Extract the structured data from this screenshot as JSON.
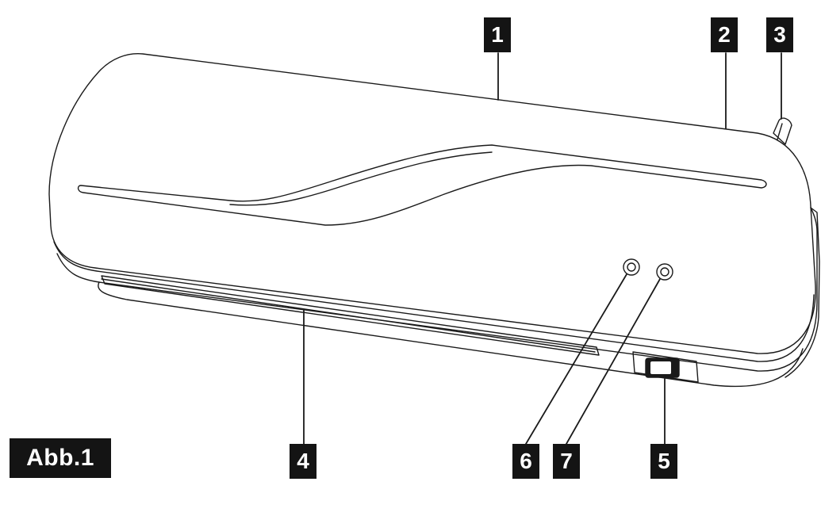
{
  "figure": {
    "label": "Abb.1",
    "callouts": [
      "1",
      "2",
      "3",
      "4",
      "5",
      "6",
      "7"
    ],
    "line_color": "#1a1a1a",
    "badge_color": "#141414"
  }
}
